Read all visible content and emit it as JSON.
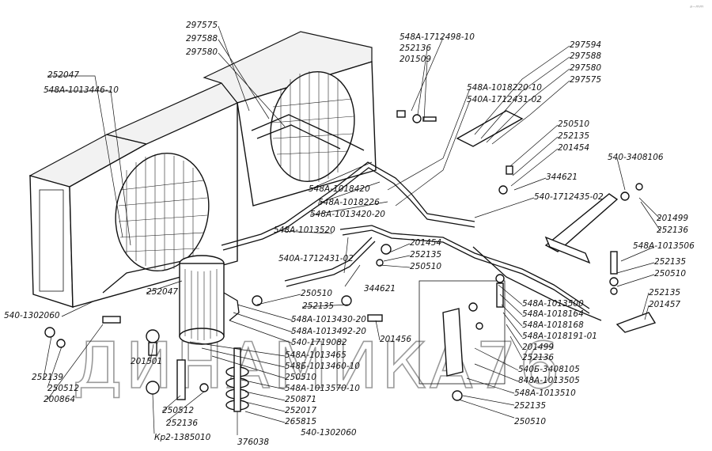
{
  "watermark": "ДИНАМИКА76",
  "corner_mark": "ᵃ⁻ᵐᵐ",
  "part_labels": {
    "p_297575_top": "297575",
    "p_297588_top": "297588",
    "p_297580_top": "297580",
    "p_252047_top": "252047",
    "p_548A_1013446_10": "548А-1013446-10",
    "p_548A_1712498_10": "548А-1712498-10",
    "p_252136_a": "252136",
    "p_201509": "201509",
    "p_548A_1018220_10": "548А-1018220-10",
    "p_540A_1712431_02_a": "540А-1712431-02",
    "p_297594": "297594",
    "p_297588_r": "297588",
    "p_297580_r": "297580",
    "p_297575_r": "297575",
    "p_250510_a": "250510",
    "p_252135_a": "252135",
    "p_201454_a": "201454",
    "p_540_3408106": "540-3408106",
    "p_344621_a": "344621",
    "p_540_1712435_02": "540-1712435-02",
    "p_548A_1018420": "548А-1018420",
    "p_548A_1018226": "548А-1018226",
    "p_548A_1013420_20": "548А-1013420-20",
    "p_548A_1013520": "548А-1013520",
    "p_201499_a": "201499",
    "p_252136_b": "252136",
    "p_548A_1013506": "548А-1013506",
    "p_252135_b": "252135",
    "p_250510_b": "250510",
    "p_201454_b": "201454",
    "p_252135_c": "252135",
    "p_250510_c": "250510",
    "p_540A_1712431_02_b": "540А-1712431-02",
    "p_344621_b": "344621",
    "p_252135_d": "252135",
    "p_201457": "201457",
    "p_250510_d": "250510",
    "p_252135_e": "252135",
    "p_252047_mid": "252047",
    "p_540_1302060_a": "540-1302060",
    "p_548A_1013430_20": "548А-1013430-20",
    "p_548A_1013492_20": "548А-1013492-20",
    "p_540_1719082": "540-1719082",
    "p_201456": "201456",
    "p_548A_1013500": "548А-1013500",
    "p_548A_1018164": "548А-1018164",
    "p_548A_1018168": "548А-1018168",
    "p_548A_1018191_01": "548А-1018191-01",
    "p_201499_b": "201499",
    "p_252136_c": "252136",
    "p_252139": "252139",
    "p_250512_a": "250512",
    "p_200864": "200864",
    "p_201501": "201501",
    "p_548A_1013465": "548А-1013465",
    "p_548B_1013460_10": "548Б-1013460-10",
    "p_250510_e": "250510",
    "p_548A_1013570_10": "548А-1013570-10",
    "p_250871": "250871",
    "p_252017": "252017",
    "p_265815": "265815",
    "p_540_1302060_b": "540-1302060",
    "p_376038": "376038",
    "p_250512_b": "250512",
    "p_252136_d": "252136",
    "p_Kr2_1385010": "Кр2-1385010",
    "p_540B_3408105": "540Б-3408105",
    "p_848A_1013505": "848А-1013505",
    "p_548A_1013510": "548А-1013510",
    "p_252135_f": "252135",
    "p_250510_f": "250510"
  }
}
